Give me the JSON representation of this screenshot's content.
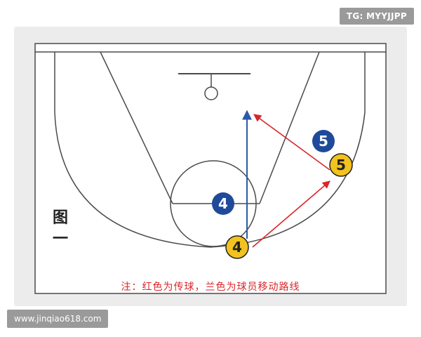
{
  "watermarks": {
    "top_right": "TG: MYYJJPP",
    "bottom_left": "www.jinqiao618.com"
  },
  "figure_label": [
    "图",
    "一"
  ],
  "note": "注：红色为传球，兰色为球员移动路线",
  "players": [
    {
      "label": "5",
      "team": "defense"
    },
    {
      "label": "5",
      "team": "offense"
    },
    {
      "label": "4",
      "team": "defense"
    },
    {
      "label": "4",
      "team": "offense"
    }
  ],
  "colors": {
    "court_line": "#4a4a4a",
    "pass_arrow": "#d9262b",
    "movement_arrow": "#2a5aa8",
    "defense_fill": "#1f4a9a",
    "offense_fill": "#f2c21e",
    "text_white": "#ffffff",
    "text_dark": "#222222"
  }
}
